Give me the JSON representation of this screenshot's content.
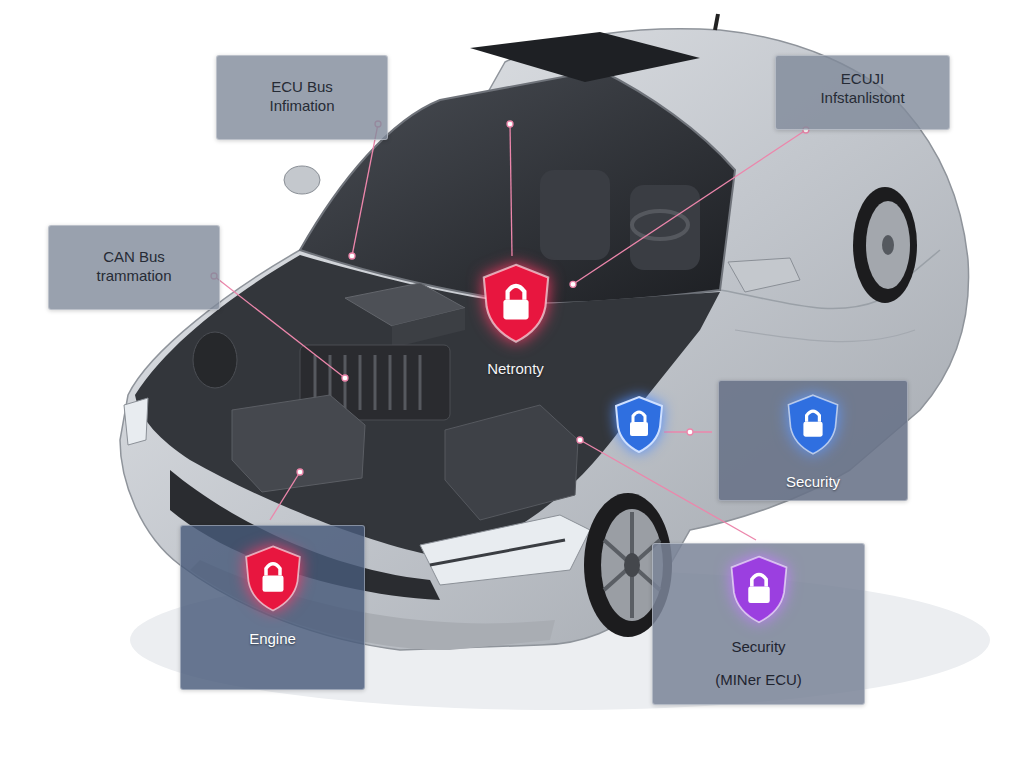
{
  "diagram": {
    "nodes": [
      {
        "text": [
          "ECU Bus Infimation"
        ]
      },
      {
        "text": [
          "ECUJI Infstanlistont"
        ]
      },
      {
        "text": [
          "CAN Bus trammation"
        ]
      },
      {
        "text": [
          "Netronty"
        ]
      },
      {
        "text": [
          "Security"
        ]
      },
      {
        "text": [
          "Engine"
        ]
      },
      {
        "text": [
          "Security",
          "(MINer ECU)"
        ]
      }
    ],
    "edges": [
      {
        "from": 1,
        "to": 3,
        "arrow": "none"
      }
    ]
  }
}
